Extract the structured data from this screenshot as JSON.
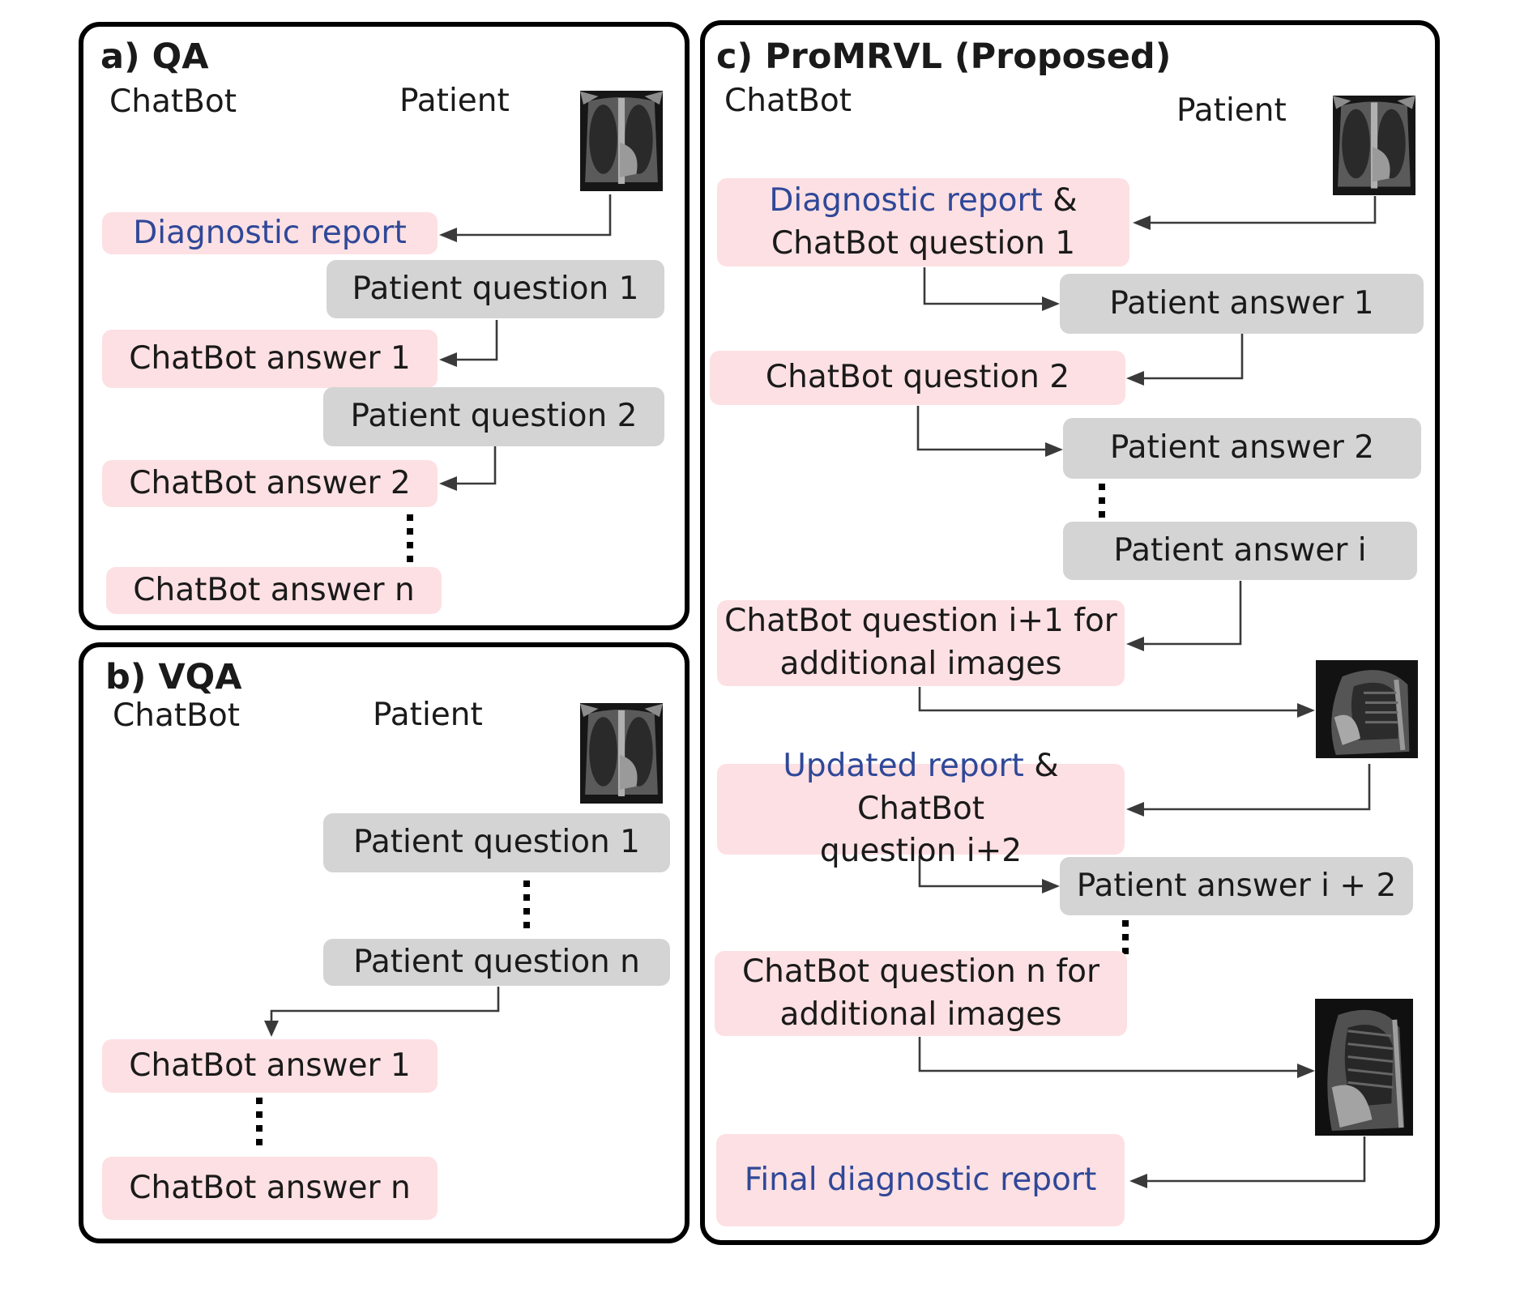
{
  "colors": {
    "chatbot_box": "#fde0e3",
    "patient_box": "#d4d4d4",
    "report_text": "#2f4898",
    "border": "#000000"
  },
  "icons": {
    "frontal_xray": "chest-xray-frontal-icon",
    "lateral_xray": "chest-xray-lateral-icon"
  },
  "panel_a": {
    "title": "a) QA",
    "chatbot_label": "ChatBot",
    "patient_label": "Patient",
    "diagnostic_report": "Diagnostic report",
    "patient_question_1": "Patient question 1",
    "chatbot_answer_1": "ChatBot answer 1",
    "patient_question_2": "Patient question 2",
    "chatbot_answer_2": "ChatBot answer 2",
    "chatbot_answer_n": "ChatBot answer n"
  },
  "panel_b": {
    "title": "b) VQA",
    "chatbot_label": "ChatBot",
    "patient_label": "Patient",
    "patient_question_1": "Patient question 1",
    "patient_question_n": "Patient question n",
    "chatbot_answer_1": "ChatBot answer 1",
    "chatbot_answer_n": "ChatBot answer n"
  },
  "panel_c": {
    "title": "c) ProMRVL (Proposed)",
    "chatbot_label": "ChatBot",
    "patient_label": "Patient",
    "step1_report": "Diagnostic report",
    "step1_amp": " &",
    "step1_question": "ChatBot question 1",
    "patient_answer_1": "Patient answer 1",
    "chatbot_question_2": "ChatBot question 2",
    "patient_answer_2": "Patient answer 2",
    "patient_answer_i": "Patient answer i",
    "question_i1_line1": "ChatBot question i+1 for",
    "question_i1_line2": "additional images",
    "updated_report": "Updated report",
    "updated_rest": " & ChatBot",
    "updated_line2": "question i+2",
    "patient_answer_i2": "Patient answer i + 2",
    "question_n_line1": "ChatBot question n for",
    "question_n_line2": "additional images",
    "final_report": "Final diagnostic report"
  }
}
